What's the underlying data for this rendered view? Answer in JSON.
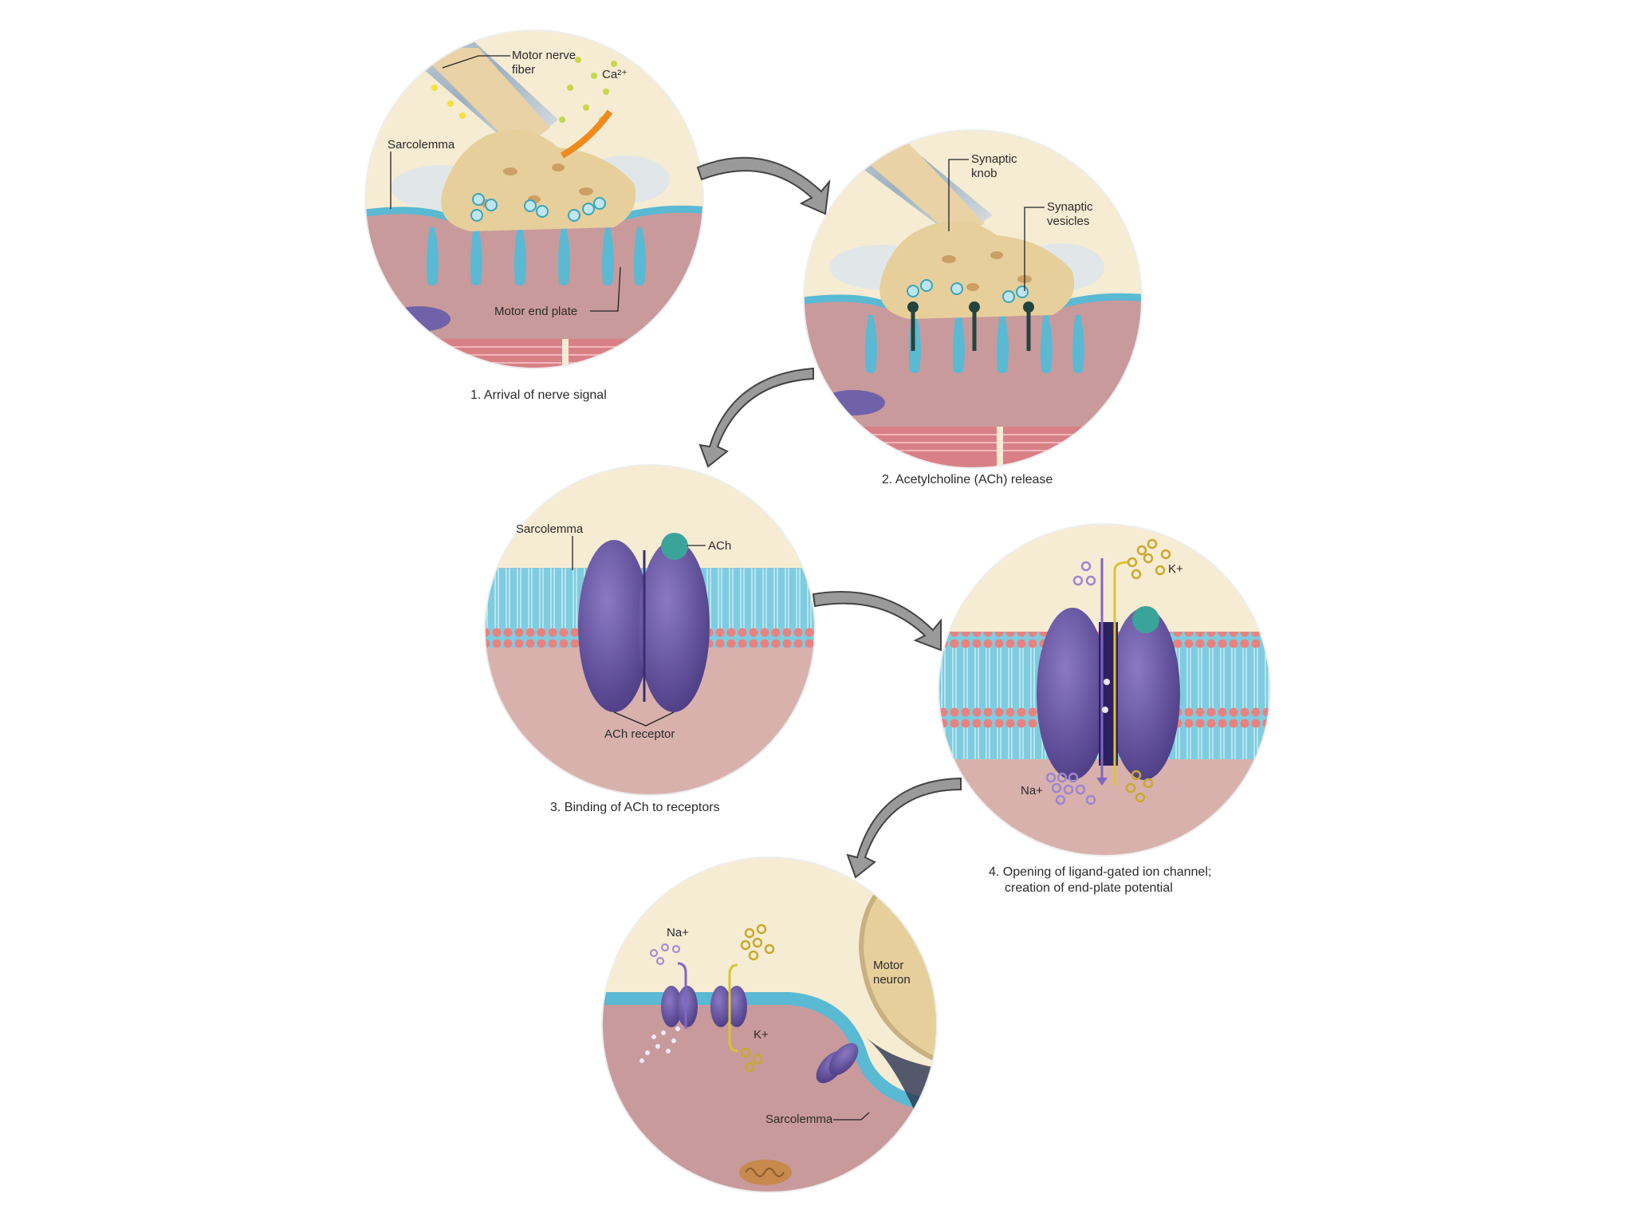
{
  "panels": [
    {
      "caption": "1. Arrival of nerve signal",
      "labels": {
        "motor_nerve_fiber_1": "Motor nerve",
        "motor_nerve_fiber_2": "fiber",
        "calcium": "Ca²⁺",
        "sarcolemma": "Sarcolemma",
        "motor_end_plate": "Motor end plate"
      }
    },
    {
      "caption": "2. Acetylcholine (ACh) release",
      "labels": {
        "synaptic_knob_1": "Synaptic",
        "synaptic_knob_2": "knob",
        "synaptic_vesicles_1": "Synaptic",
        "synaptic_vesicles_2": "vesicles"
      }
    },
    {
      "caption": "3. Binding of ACh to receptors",
      "labels": {
        "sarcolemma": "Sarcolemma",
        "ach": "ACh",
        "ach_receptor": "ACh receptor"
      }
    },
    {
      "caption_line1": "4. Opening of ligand-gated ion channel;",
      "caption_line2": "creation of end-plate potential",
      "labels": {
        "potassium": "K+",
        "sodium": "Na+"
      }
    },
    {
      "labels": {
        "sodium": "Na+",
        "potassium": "K+",
        "motor_neuron_1": "Motor",
        "motor_neuron_2": "neuron",
        "sarcolemma": "Sarcolemma"
      }
    }
  ],
  "colors": {
    "cytoplasm_bg": "#f5ecd3",
    "muscle": "#c99a9c",
    "sarcolemma": "#5ab9d3",
    "knob": "#e7cf9c",
    "receptor": "#6f5aa6",
    "membrane_tail": "#7fcbe0",
    "membrane_head": "#e9827e",
    "ach": "#3aa49a",
    "sodium": "#9c86d0",
    "potassium": "#c9a92c",
    "arrow": "#555555"
  },
  "icons": [
    "curved-arrow-icon",
    "nerve-fiber-icon",
    "ion-channel-icon",
    "vesicle-icon"
  ]
}
